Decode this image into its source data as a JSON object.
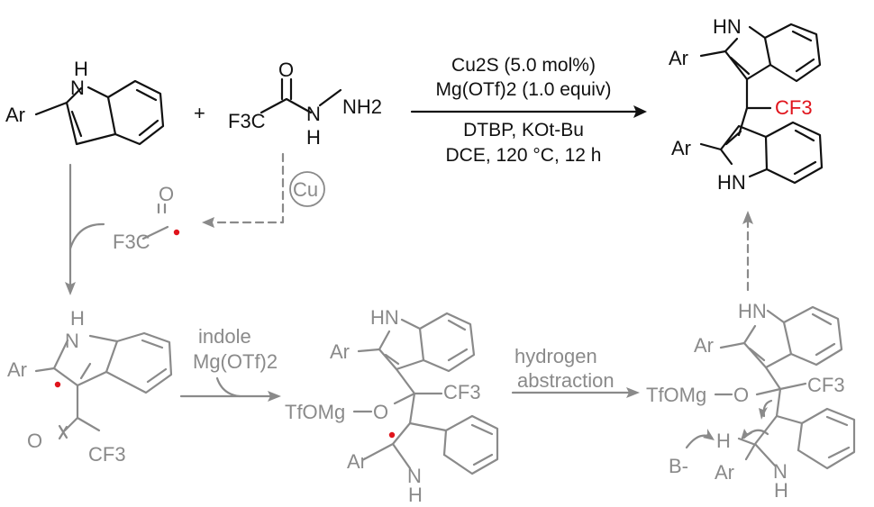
{
  "reaction": {
    "conditions": [
      "Cu2S (5.0 mol%)",
      "Mg(OTf)2 (1.0 equiv)",
      "DTBP, KOt-Bu",
      "DCE, 120 °C, 12 h"
    ],
    "step1_reagents": [
      "indole",
      "Mg(OTf)2"
    ],
    "step2_label": [
      "hydrogen",
      "abstraction"
    ],
    "plus": "+"
  },
  "labels": {
    "ar": "Ar",
    "nh": "NH",
    "hn": "HN",
    "h": "H",
    "n": "N",
    "o": "O",
    "nh2": "NH2",
    "f3c": "F3C",
    "cf3": "CF3",
    "cu": "Cu",
    "tfomg": "TfOMg",
    "base": "B-"
  },
  "colors": {
    "black": "#111111",
    "gray": "#8a8a8a",
    "red": "#e0141c"
  }
}
